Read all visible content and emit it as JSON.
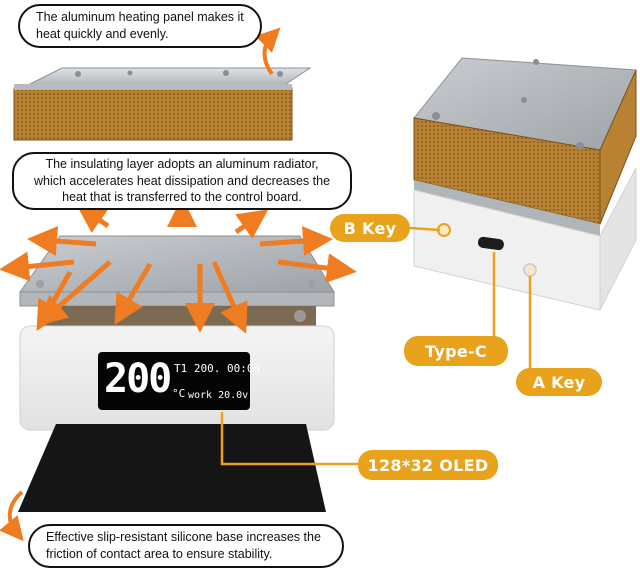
{
  "callouts": {
    "aluminum_panel": "The aluminum heating panel makes it heat quickly and evenly.",
    "insulating_layer": "The insulating layer adopts an aluminum radiator, which accelerates heat dissipation and decreases the heat that is transferred to the control board.",
    "silicone_base": "Effective slip-resistant silicone base increases the friction of contact area to ensure stability."
  },
  "labels": {
    "b_key": "B Key",
    "type_c": "Type-C",
    "a_key": "A Key",
    "oled": "128*32 OLED"
  },
  "oled": {
    "big_temp": "200",
    "unit": "°C",
    "line1": "T1 200. 00:00",
    "line2": "work 20.0v"
  },
  "colors": {
    "accent": "#e8a21c",
    "arrow": "#f07c22",
    "copper": "#c48a3a"
  }
}
